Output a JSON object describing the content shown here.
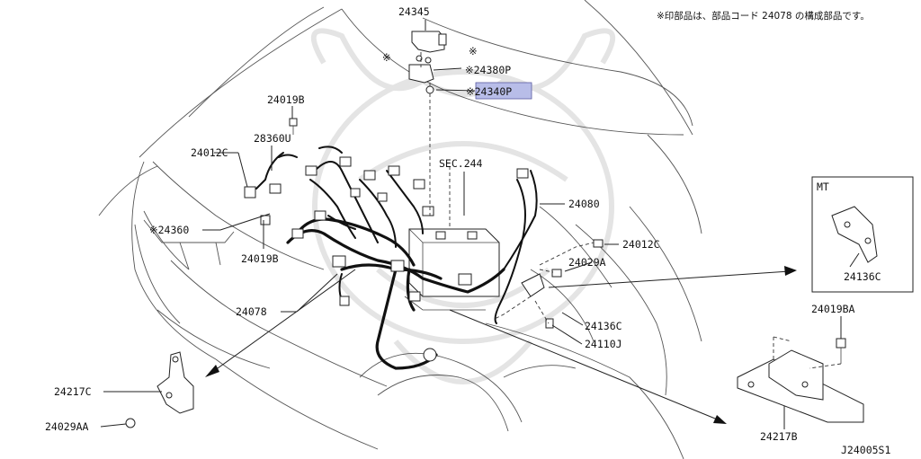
{
  "note": "※印部品は、部品コード 24078 の構成部品です。",
  "diagram_id": "J24005S1",
  "sec_ref": "SEC.244",
  "inset_title": "MT",
  "labels": {
    "p24345": "24345",
    "star1": "※",
    "star2": "※",
    "p24380p": "※24380P",
    "p24340p": "※24340P",
    "p24019b_top": "24019B",
    "p28360u": "28360U",
    "p24012c_left": "24012C",
    "p24360": "※24360",
    "p24019b_mid": "24019B",
    "p24078": "24078",
    "p24080": "24080",
    "p24012c_right": "24012C",
    "p24029a": "24029A",
    "p24136c": "24136C",
    "p24110j": "24110J",
    "p24136c_inset": "24136C",
    "p24019ba": "24019BA",
    "p24217b": "24217B",
    "p24217c": "24217C",
    "p24029aa": "24029AA"
  },
  "highlight_color": "#b8bde8"
}
